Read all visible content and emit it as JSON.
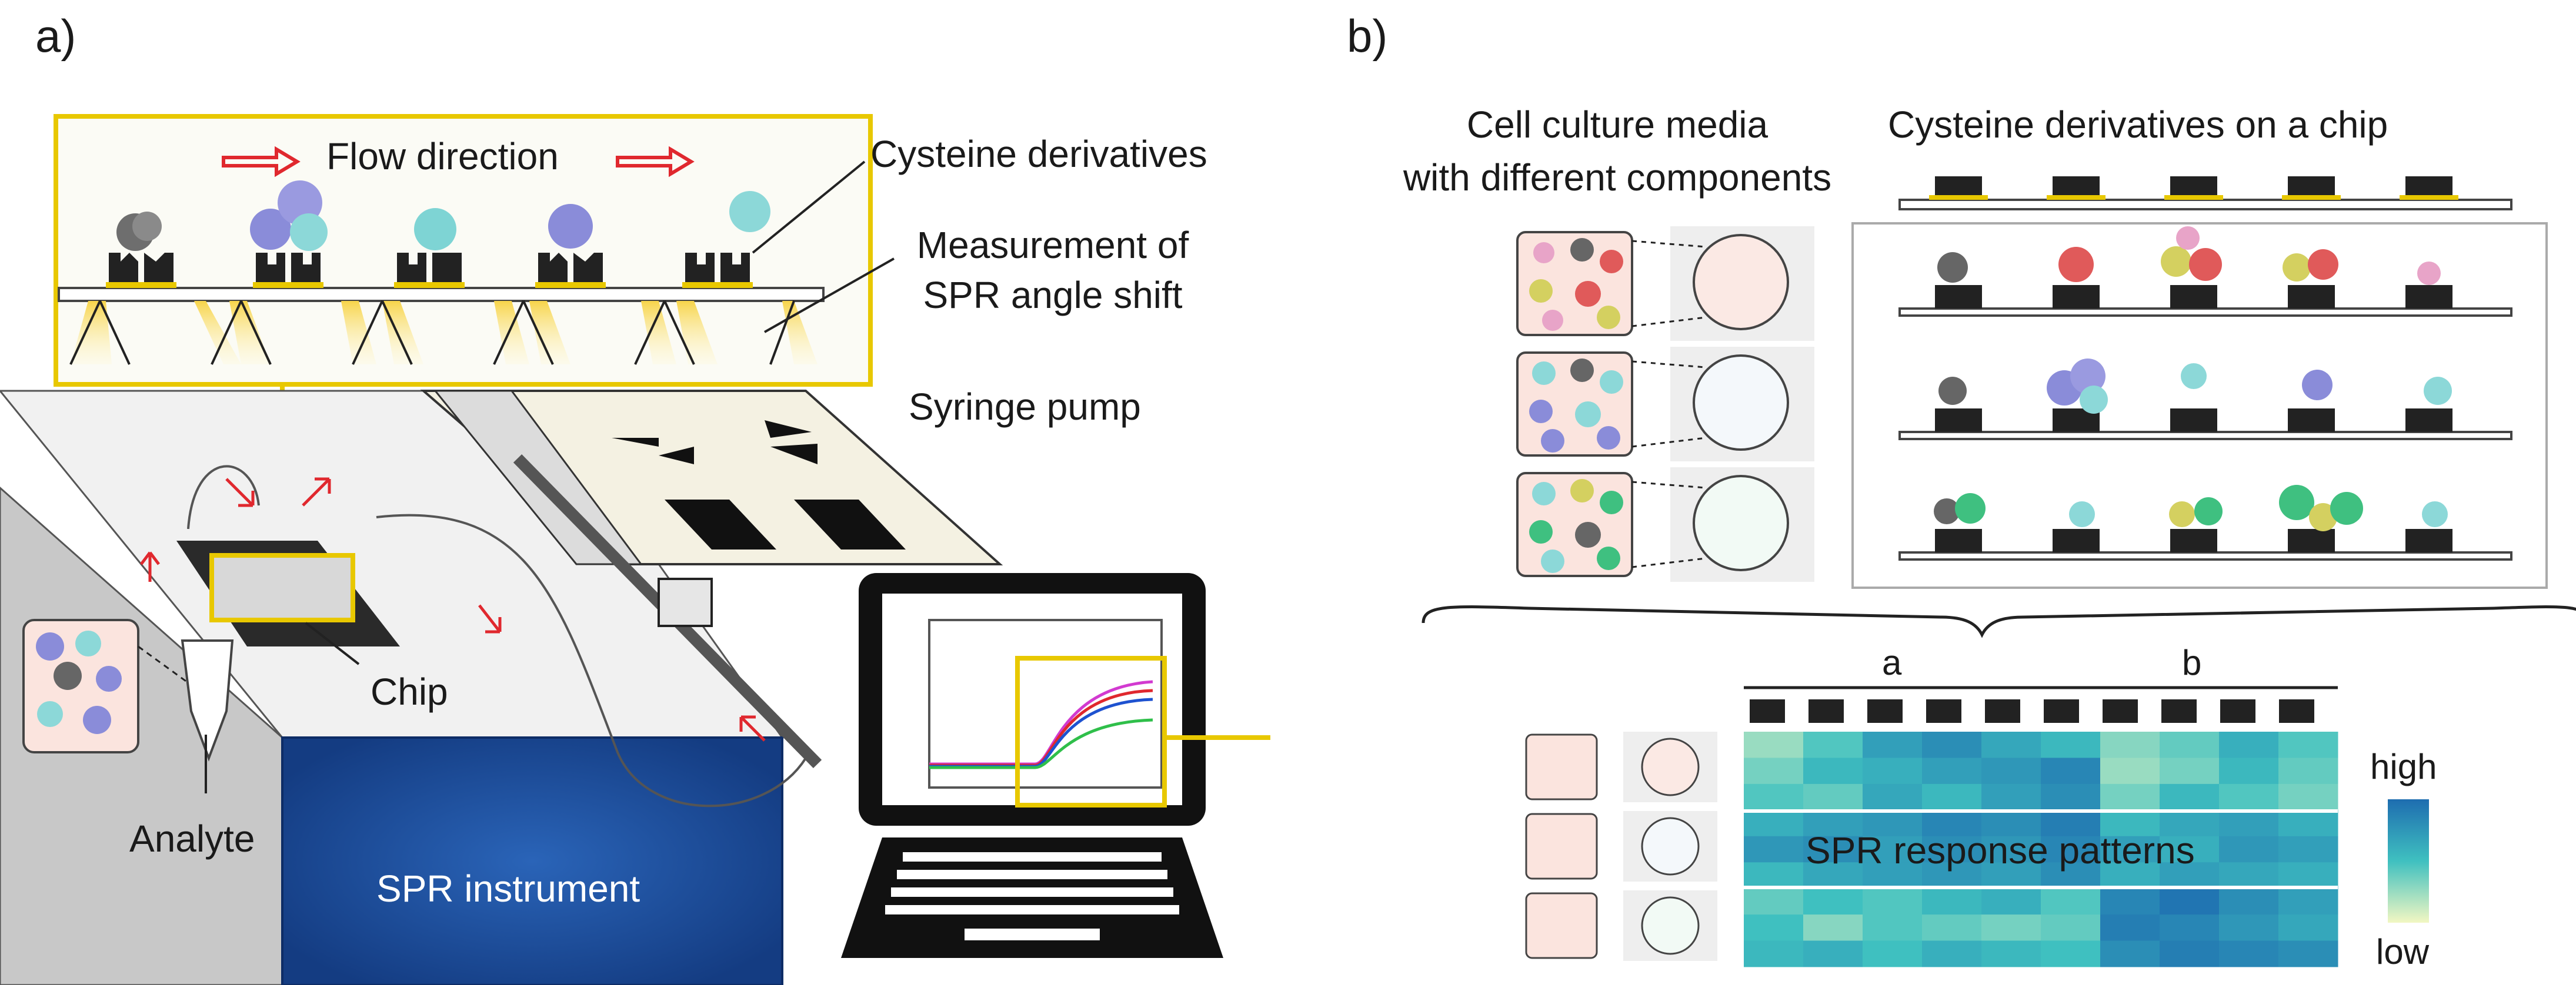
{
  "panel_a": {
    "label": "a)",
    "flow_direction": "Flow direction",
    "cysteine_derivatives": "Cysteine derivatives",
    "measurement_line1": "Measurement of",
    "measurement_line2": "SPR angle shift",
    "syringe_pump": "Syringe pump",
    "chip": "Chip",
    "analyte": "Analyte",
    "spr_instrument": "SPR instrument"
  },
  "panel_b": {
    "label": "b)",
    "media_line1": "Cell culture media",
    "media_line2": "with different components",
    "chip_header": "Cysteine derivatives on a chip",
    "group_a": "a",
    "group_b": "b",
    "high": "high",
    "low": "low",
    "patterns": "SPR response patterns"
  },
  "colors": {
    "accent_yellow": "#e8c800",
    "arrow_red": "#e0282e",
    "instrument_blue": "#1f4fa0",
    "heatmap_low": "#f2f7c2",
    "heatmap_high": "#1e6db0"
  },
  "heatmap": {
    "columns": 10,
    "rows": [
      [
        0.25,
        0.45,
        0.7,
        0.8,
        0.65,
        0.55,
        0.3,
        0.4,
        0.6,
        0.45
      ],
      [
        0.35,
        0.55,
        0.6,
        0.7,
        0.75,
        0.85,
        0.25,
        0.35,
        0.55,
        0.4
      ],
      [
        0.45,
        0.4,
        0.65,
        0.55,
        0.7,
        0.8,
        0.35,
        0.55,
        0.45,
        0.35
      ],
      [
        0.6,
        0.7,
        0.75,
        0.85,
        0.8,
        0.9,
        0.55,
        0.65,
        0.7,
        0.6
      ],
      [
        0.75,
        0.8,
        0.7,
        0.8,
        0.75,
        0.85,
        0.7,
        0.6,
        0.75,
        0.7
      ],
      [
        0.55,
        0.65,
        0.7,
        0.75,
        0.7,
        0.8,
        0.6,
        0.7,
        0.65,
        0.6
      ],
      [
        0.4,
        0.5,
        0.45,
        0.55,
        0.6,
        0.45,
        0.85,
        0.95,
        0.8,
        0.7
      ],
      [
        0.5,
        0.3,
        0.45,
        0.4,
        0.35,
        0.4,
        0.9,
        0.85,
        0.75,
        0.65
      ],
      [
        0.55,
        0.6,
        0.5,
        0.6,
        0.55,
        0.5,
        0.8,
        0.9,
        0.85,
        0.8
      ]
    ]
  }
}
